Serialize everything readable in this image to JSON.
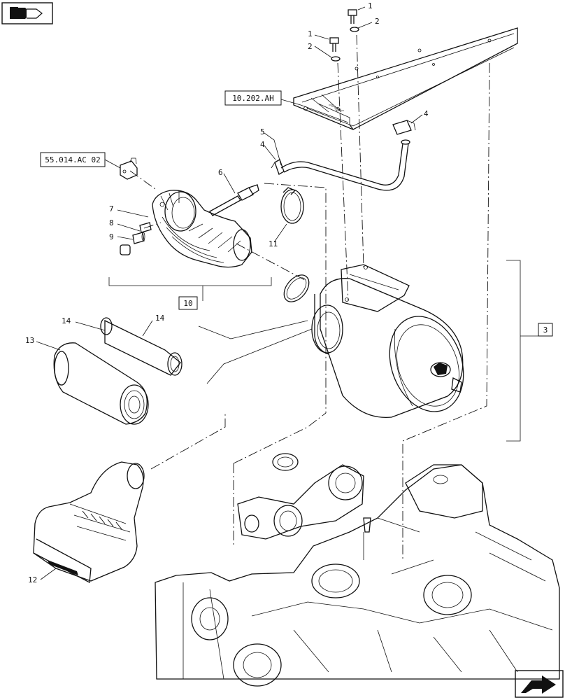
{
  "callouts": [
    {
      "id": "c1a",
      "text": "1"
    },
    {
      "id": "c2a",
      "text": "2"
    },
    {
      "id": "c1b",
      "text": "1"
    },
    {
      "id": "c2b",
      "text": "2"
    },
    {
      "id": "c4a",
      "text": "4"
    },
    {
      "id": "c5",
      "text": "5"
    },
    {
      "id": "c4b",
      "text": "4"
    },
    {
      "id": "c6",
      "text": "6"
    },
    {
      "id": "c7",
      "text": "7"
    },
    {
      "id": "c8",
      "text": "8"
    },
    {
      "id": "c9",
      "text": "9"
    },
    {
      "id": "c11",
      "text": "11"
    },
    {
      "id": "c14a",
      "text": "14"
    },
    {
      "id": "c14b",
      "text": "14"
    },
    {
      "id": "c13",
      "text": "13"
    },
    {
      "id": "c12",
      "text": "12"
    }
  ],
  "boxed_refs": [
    {
      "id": "ref_10202",
      "text": "10.202.AH"
    },
    {
      "id": "ref_55014",
      "text": "55.014.AC 02"
    },
    {
      "id": "ref_10",
      "text": "10"
    },
    {
      "id": "ref_3",
      "text": "3"
    }
  ],
  "icons": {
    "top_left": "parts-book-icon",
    "bottom_right": "next-page-arrow-icon"
  }
}
